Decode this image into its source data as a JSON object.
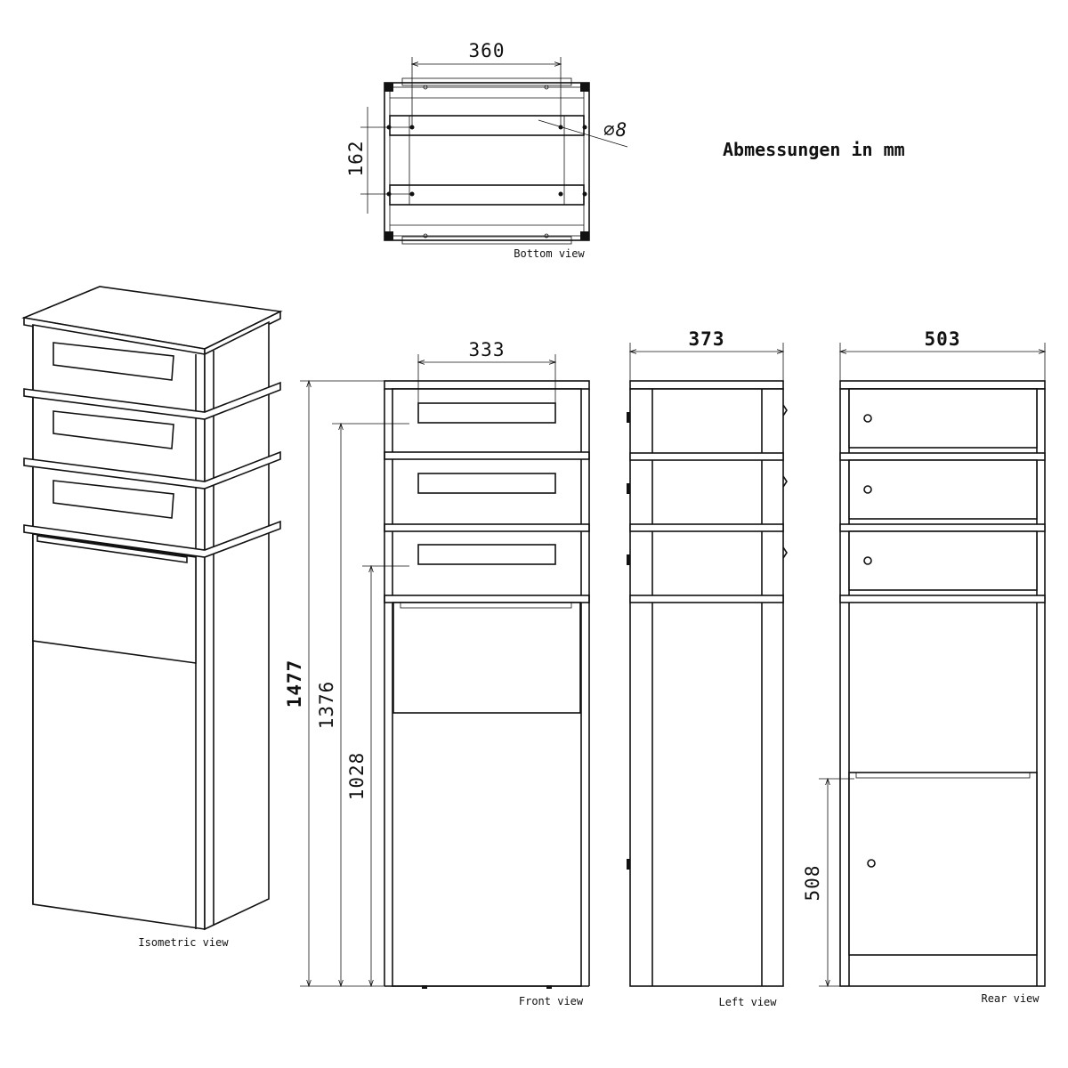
{
  "title": "Abmessungen in mm",
  "bottom_view": {
    "caption": "Bottom view",
    "width_dim": "360",
    "depth_dim": "162",
    "hole_dim": "⌀8"
  },
  "isometric_view": {
    "caption": "Isometric view"
  },
  "front_view": {
    "caption": "Front view",
    "slot_dim": "333",
    "height_total": "1477",
    "height_top_slot": "1376",
    "height_bottom_slot": "1028"
  },
  "left_view": {
    "caption": "Left view",
    "depth_dim": "373"
  },
  "rear_view": {
    "caption": "Rear view",
    "width_dim": "503",
    "door_height": "508"
  }
}
